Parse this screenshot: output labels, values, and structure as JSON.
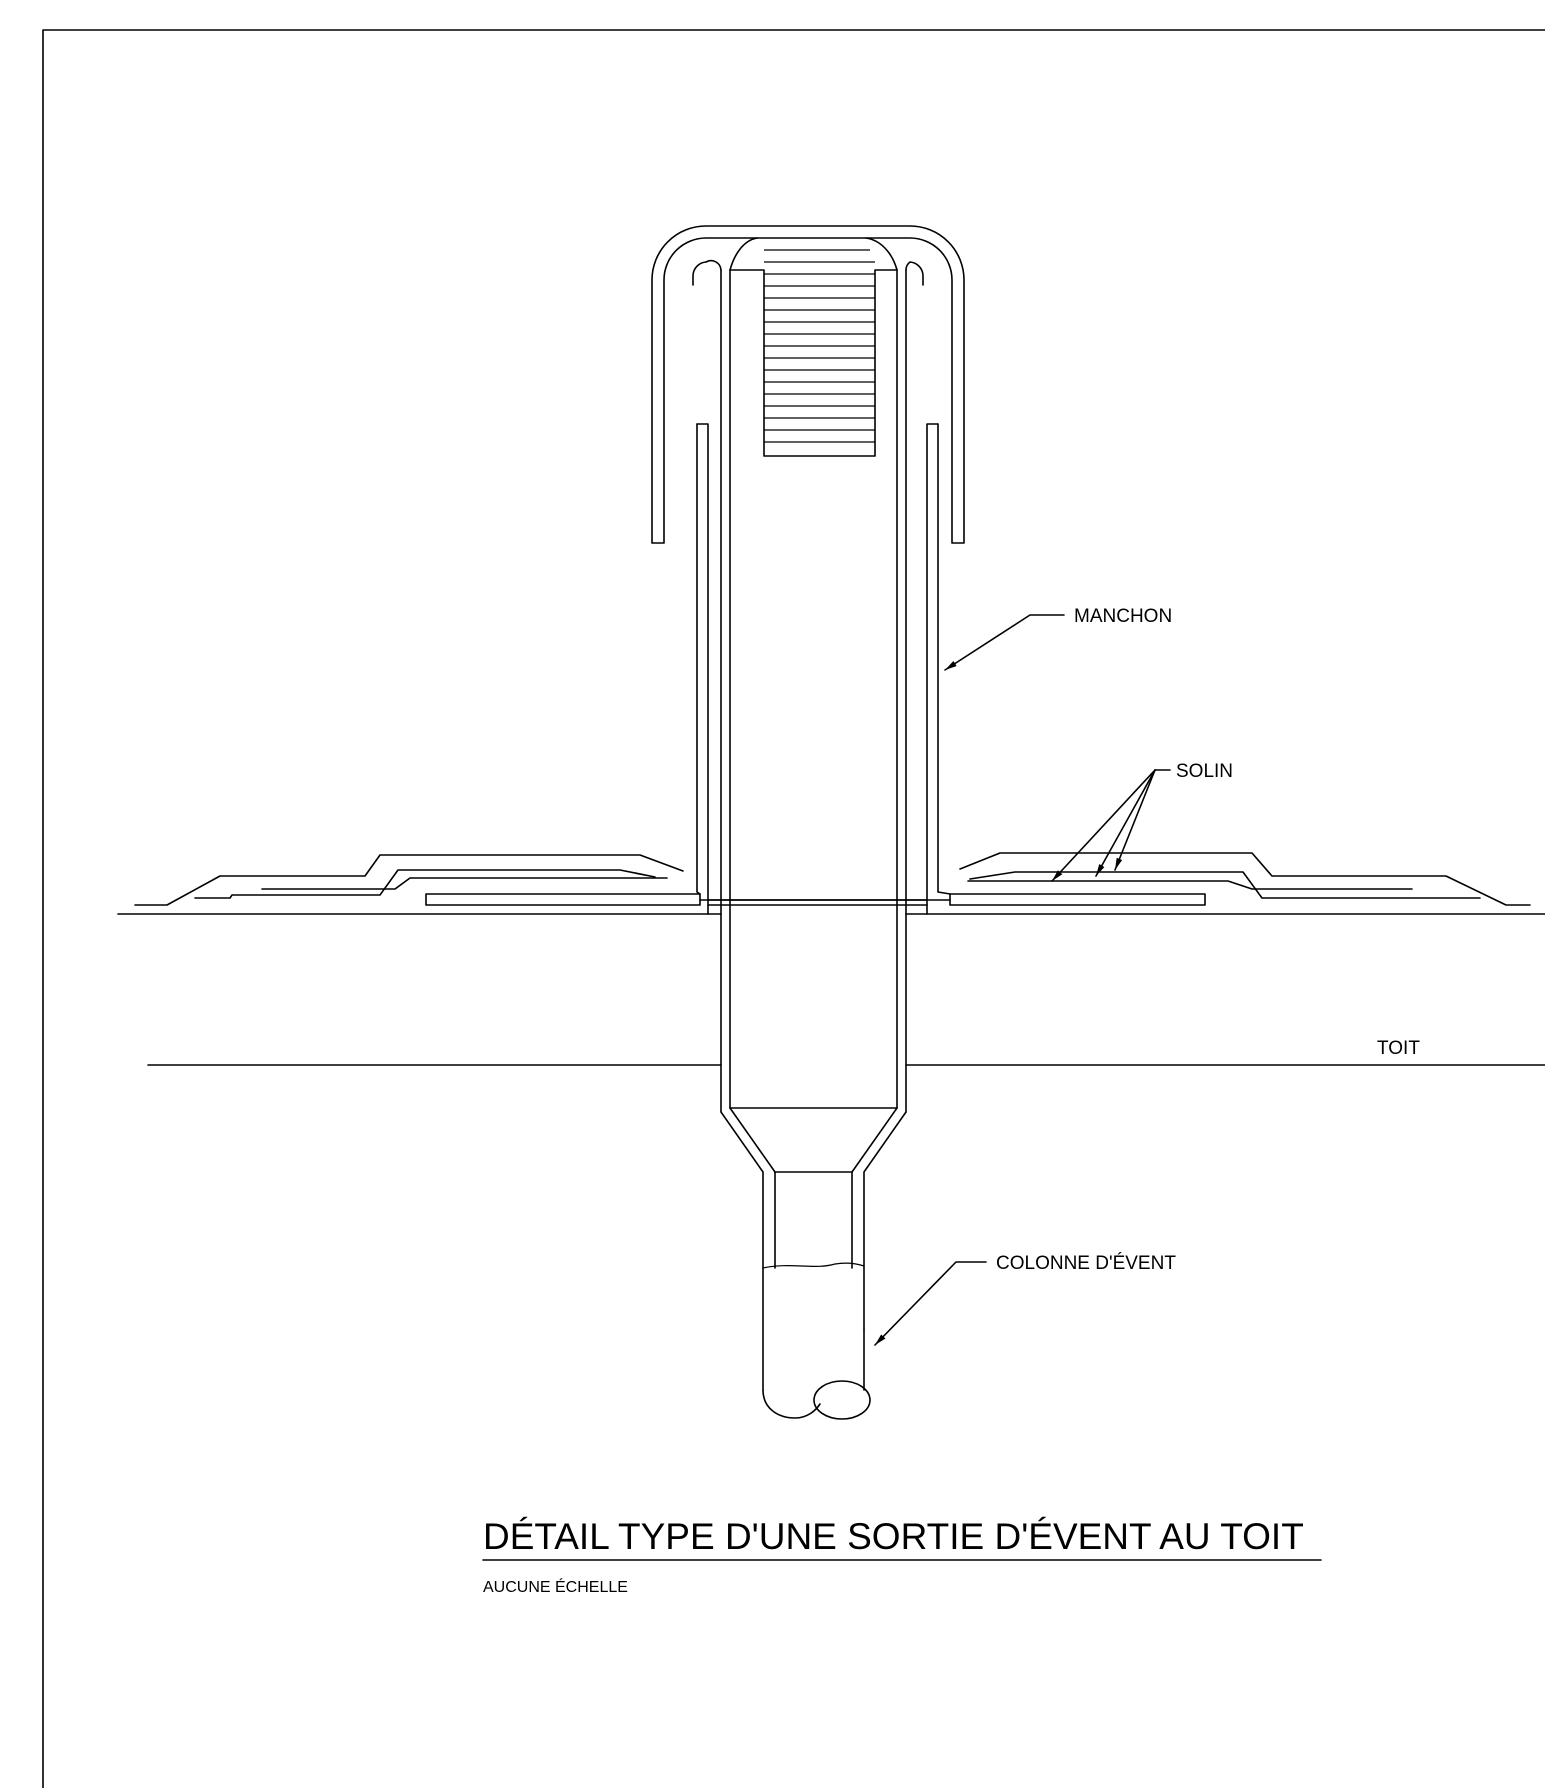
{
  "diagram": {
    "title": "DÉTAIL TYPE D'UNE SORTIE D'ÉVENT AU TOIT",
    "scale_note": "AUCUNE ÉCHELLE",
    "labels": {
      "sleeve": "MANCHON",
      "flashing": "SOLIN",
      "roof": "TOIT",
      "vent_stack": "COLONNE D'ÉVENT"
    }
  }
}
